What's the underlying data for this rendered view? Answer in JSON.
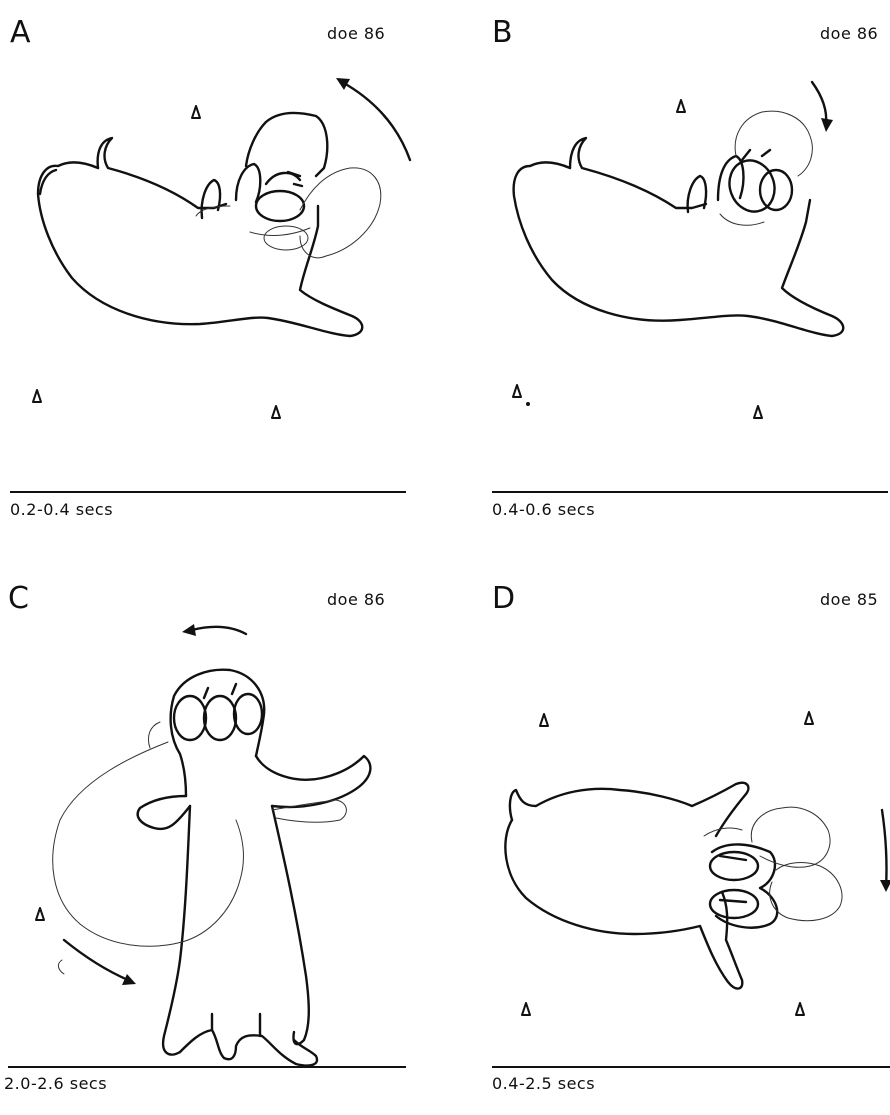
{
  "panels": {
    "a": {
      "letter": "A",
      "subject": "doe 86",
      "time": "0.2-0.4 secs"
    },
    "b": {
      "letter": "B",
      "subject": "doe 86",
      "time": "0.4-0.6 secs"
    },
    "c": {
      "letter": "C",
      "subject": "doe 86",
      "time": "2.0-2.6 secs"
    },
    "d": {
      "letter": "D",
      "subject": "doe 85",
      "time": "0.4-2.5 secs"
    }
  }
}
